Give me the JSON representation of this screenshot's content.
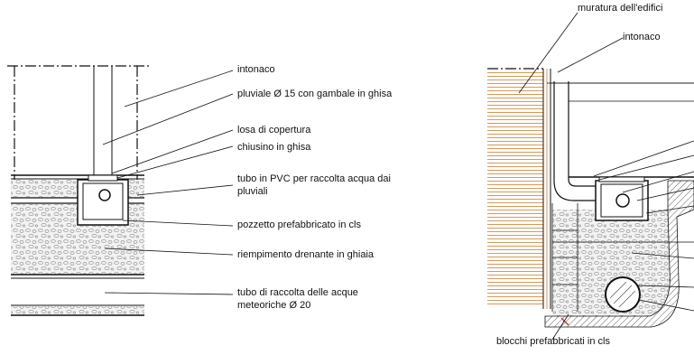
{
  "left_section": {
    "labels": [
      "intonaco",
      "pluviale Ø 15 con gambale in ghisa",
      "losa di copertura",
      "chiusino in ghisa",
      "tubo in PVC per raccolta acqua dai",
      "pluviali",
      "pozzetto prefabbricato in cls",
      "riempimento drenante in ghiaia",
      "tubo di raccolta delle acque",
      "meteoriche Ø 20"
    ]
  },
  "right_section": {
    "labels": [
      "muratura dell'edifici",
      "intonaco",
      "blocchi prefabbricati in cls"
    ]
  },
  "colors": {
    "line": "#111111",
    "brick": "#d59a5a",
    "gravel": "#9a9a9a",
    "red_accent": "#d23a2a"
  }
}
